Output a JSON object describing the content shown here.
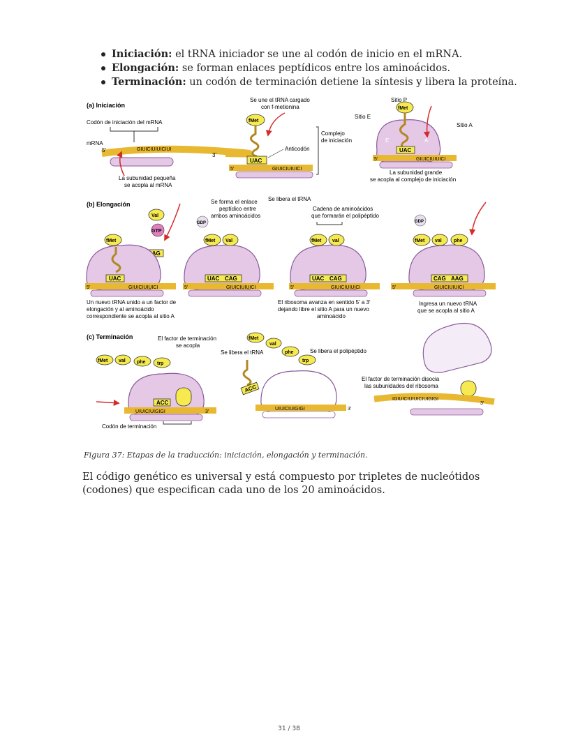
{
  "bullets": [
    {
      "term": "Iniciación:",
      "text": " el tRNA iniciador se une al codón de inicio en el mRNA."
    },
    {
      "term": "Elongación:",
      "text": " se forman enlaces peptídicos entre los aminoácidos."
    },
    {
      "term": "Terminación:",
      "text": " un codón de terminación detiene la síntesis y libera la proteína."
    }
  ],
  "figure": {
    "initiation": {
      "title": "(a) Iniciación",
      "codon_label": "Codón de iniciación del mRNA",
      "mrna": "mRNA",
      "five": "5'",
      "three": "3'",
      "seq": "GIUICIUIUICIUI",
      "small_subunit": [
        "La subunidad pequeña",
        "se acopla al mRNA"
      ],
      "trna_loaded": [
        "Se une el tRNA cargado",
        "con f-metionina"
      ],
      "fmet": "fMet",
      "anticodon": "Anticodón",
      "uac": "UAC",
      "seq2": "GIUICIUIUICI",
      "complex": [
        "Complejo",
        "de iniciación"
      ],
      "site_p": "Sitio P",
      "site_e": "Sitio E",
      "site_a": "Sitio A",
      "e": "E",
      "a": "A",
      "large_subunit": [
        "La subunidad grande",
        "se acopla al complejo de iniciación"
      ]
    },
    "elongation": {
      "title": "(b) Elongación",
      "val": "Val",
      "gtp": "GTP",
      "gdp": "GDP",
      "cag": "CAG",
      "aag": "AAG",
      "fmet": "fMet",
      "val_lower": "val",
      "phe": "phe",
      "uac": "UAC",
      "seq": "GIUICIUIUICI",
      "bond": [
        "Se forma el enlace",
        "peptídico entre",
        "ambos aminoácidos"
      ],
      "released": "Se libera el tRNA",
      "chain": [
        "Cadena de aminoácidos",
        "que formarán el polipéptido"
      ],
      "caption1": [
        "Un nuevo tRNA unido a un factor de",
        "elongación y al aminoácido",
        "correspondiente se acopla al sitio A"
      ],
      "caption2": [
        "El ribosoma avanza en sentido 5' a 3'",
        "dejando libre el sitio A para un nuevo",
        "aminoácido"
      ],
      "caption3": [
        "Ingresa un nuevo tRNA",
        "que se acopla al sitio A"
      ]
    },
    "termination": {
      "title": "(c) Terminación",
      "factor": [
        "El factor de terminación",
        "se acopla"
      ],
      "released_trna": "Se libera el tRNA",
      "released_poly": "Se libera el polipéptido",
      "dissociates": [
        "El factor de terminación disocia",
        "las subunidades del ribosoma"
      ],
      "stop_codon": "Codón de terminación",
      "fmet": "fMet",
      "val": "val",
      "phe": "phe",
      "trp": "trp",
      "acc": "ACC",
      "seq1": "UIUICIUIGIGI",
      "seq2": "UIUICIUIGIGI",
      "seq3": "IGIUICIUIUICIUIGIGI",
      "three": "3'"
    }
  },
  "caption": "Figura 37: Etapas de la traducción: iniciación, elongación y terminación.",
  "paragraph": "El código genético es universal y está compuesto por tripletes de nucleótidos (codones) que especifican cada uno de los 20 aminoácidos.",
  "page": "31 / 38",
  "colors": {
    "mrna": "#e8b830",
    "ribosome": "#e4c8e6",
    "ribosome_stroke": "#8a5a9a",
    "amino": "#f6ea50",
    "arrow": "#d42a2a"
  }
}
